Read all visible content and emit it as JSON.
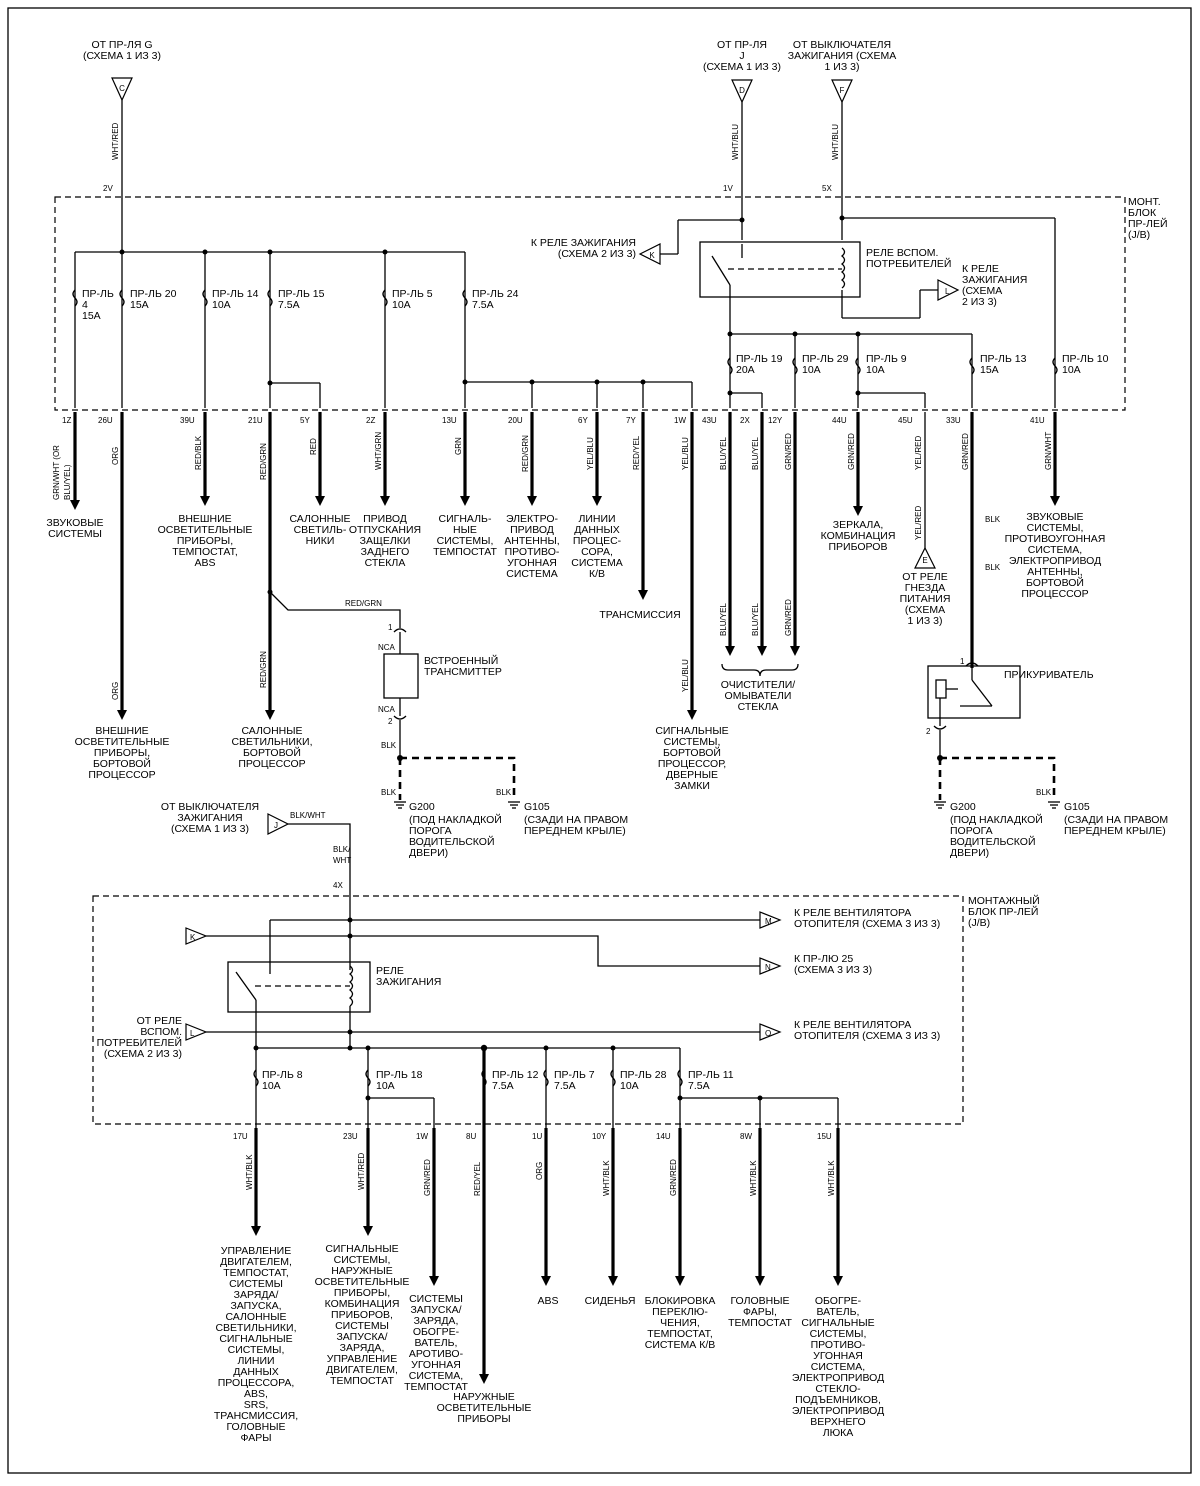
{
  "top_sources": {
    "g_label": "ОТ ПР-ЛЯ G\n(СХЕМА 1 ИЗ 3)",
    "g_letter": "C",
    "j_label": "ОТ ПР-ЛЯ\nJ\n(СХЕМА 1 ИЗ 3)",
    "j_letter": "D",
    "ign_label": "ОТ ВЫКЛЮЧАТЕЛЯ\nЗАЖИГАНИЯ (СХЕМА\n1 ИЗ 3)",
    "ign_letter": "F"
  },
  "wires": {
    "wht_red": "WHT/RED",
    "wht_blu": "WHT/BLU",
    "blk_wht": "BLK/WHT",
    "blk_wht_split": "BLK/\nWHT",
    "red_grn": "RED/GRN",
    "blk": "BLK",
    "yel_red": "YEL/RED",
    "blu_yel": "BLU/YEL",
    "grn_red": "GRN/RED"
  },
  "junction_box_1": {
    "label": "МОНТ.\nБЛОК\nПР-ЛЕЙ\n(J/B)",
    "pins_top": [
      "2V",
      "1V",
      "5X"
    ],
    "to_ign_relay_left": "К РЕЛЕ ЗАЖИГАНИЯ\n(СХЕМА 2 ИЗ 3)",
    "to_ign_relay_left_letter": "K",
    "aux_relay": "РЕЛЕ  ВСПОМ.\nПОТРЕБИТЕЛЕЙ",
    "to_ign_relay_right": "К РЕЛЕ\nЗАЖИГАНИЯ\n(СХЕМА\n2 ИЗ 3)",
    "to_ign_relay_right_letter": "L",
    "fuses": [
      {
        "name": "ПР-ЛЬ\n4\n15A"
      },
      {
        "name": "ПР-ЛЬ 20\n15A"
      },
      {
        "name": "ПР-ЛЬ 14\n10A"
      },
      {
        "name": "ПР-ЛЬ 15\n7.5A"
      },
      {
        "name": "ПР-ЛЬ 5\n10A"
      },
      {
        "name": "ПР-ЛЬ 24\n7.5A"
      },
      {
        "name": "ПР-ЛЬ 19\n20A"
      },
      {
        "name": "ПР-ЛЬ 29\n10A"
      },
      {
        "name": "ПР-ЛЬ 9\n10A"
      },
      {
        "name": "ПР-ЛЬ 13\n15A"
      },
      {
        "name": "ПР-ЛЬ 10\n10A"
      }
    ],
    "outputs": [
      {
        "pin": "1Z",
        "wire": "GRN/WHT (OR\nBLU/YEL)",
        "dest": "ЗВУКОВЫЕ\nСИСТЕМЫ"
      },
      {
        "pin": "26U",
        "wire": "ORG",
        "dest": "ВНЕШНИЕ\nОСВЕТИТЕЛЬНЫЕ\nПРИБОРЫ,\nБОРТОВОЙ\nПРОЦЕССОР"
      },
      {
        "pin": "39U",
        "wire": "RED/BLK",
        "dest": "ВНЕШНИЕ\nОСВЕТИТЕЛЬНЫЕ\nПРИБОРЫ,\nТЕМПОСТАТ,\nABS"
      },
      {
        "pin": "21U",
        "wire": "RED/GRN",
        "dest": "САЛОННЫЕ\nСВЕТИЛЬНИКИ,\nБОРТОВОЙ\nПРОЦЕССОР"
      },
      {
        "pin": "5Y",
        "wire": "RED",
        "dest": "САЛОННЫЕ\nСВЕТИЛЬ-\nНИКИ"
      },
      {
        "pin": "2Z",
        "wire": "WHT/GRN",
        "dest": "ПРИВОД\nОТПУСКАНИЯ\nЗАЩЕЛКИ\nЗАДНЕГО\nСТЕКЛА"
      },
      {
        "pin": "13U",
        "wire": "GRN",
        "dest": "СИГНАЛЬ-\nНЫЕ\nСИСТЕМЫ,\nТЕМПОСТАТ"
      },
      {
        "pin": "20U",
        "wire": "RED/GRN",
        "dest": "ЭЛЕКТРО-\nПРИВОД\nАНТЕННЫ,\nПРОТИВО-\nУГОННАЯ\nСИСТЕМА"
      },
      {
        "pin": "6Y",
        "wire": "YEL/BLU",
        "dest": "ЛИНИИ\nДАННЫХ\nПРОЦЕС-\nСОРА,\nСИСТЕМА\nК/В"
      },
      {
        "pin": "7Y",
        "wire": "RED/YEL",
        "dest": "ТРАНСМИССИЯ"
      },
      {
        "pin": "1W",
        "wire": "YEL/BLU",
        "dest": "СИГНАЛЬНЫЕ\nСИСТЕМЫ,\nБОРТОВОЙ\nПРОЦЕССОР,\nДВЕРНЫЕ\nЗАМКИ"
      },
      {
        "pin": "43U",
        "wire": "BLU/YEL",
        "dest": ""
      },
      {
        "pin": "2X",
        "wire": "BLU/YEL",
        "dest": ""
      },
      {
        "pin": "12Y",
        "wire": "GRN/RED",
        "dest": ""
      },
      {
        "pin": "44U",
        "wire": "GRN/RED",
        "dest": "ЗЕРКАЛА,\nКОМБИНАЦИЯ\nПРИБОРОВ"
      },
      {
        "pin": "45U",
        "wire": "YEL/RED",
        "dest": ""
      },
      {
        "pin": "33U",
        "wire": "GRN/RED",
        "dest": ""
      },
      {
        "pin": "41U",
        "wire": "GRN/WHT",
        "dest": "ЗВУКОВЫЕ\nСИСТЕМЫ,\nПРОТИВОУГОННАЯ\nСИСТЕМА,\nЭЛЕКТРОПРИВОД\nАНТЕННЫ,\nБОРТОВОЙ\nПРОЦЕССОР"
      }
    ],
    "wipers": "ОЧИСТИТЕЛИ/\nОМЫВАТЕЛИ\nСТЕКЛА",
    "from_socket_relay": "ОТ РЕЛЕ\nГНЕЗДА\nПИТАНИЯ\n(СХЕМА\n1 ИЗ 3)",
    "from_socket_relay_letter": "E"
  },
  "transmitter": {
    "label": "ВСТРОЕННЫЙ\nТРАНСМИТТЕР",
    "pin1": "1",
    "nca_top": "NCA",
    "nca_bottom": "NCA",
    "pin2": "2"
  },
  "lighter": {
    "label": "ПРИКУРИВАТЕЛЬ",
    "pin1": "1",
    "pin2": "2"
  },
  "grounds": {
    "g200": "G200",
    "g200_desc": "(ПОД НАКЛАДКОЙ\nПОРОГА\nВОДИТЕЛЬСКОЙ\nДВЕРИ)",
    "g200b_desc": "(ПОД НАКЛАДКОЙ\nПОРОГА\nВОДИТЕЛЬСКОЙ\nДВЕРИ)",
    "g105": "G105",
    "g105_desc": "(СЗАДИ НА ПРАВОМ\nПЕРЕДНЕМ КРЫЛЕ)"
  },
  "junction_box_2": {
    "label": "МОНТАЖНЫЙ\nБЛОК ПР-ЛЕЙ\n(J/B)",
    "source": "ОТ ВЫКЛЮЧАТЕЛЯ\nЗАЖИГАНИЯ\n(СХЕМА 1 ИЗ 3)",
    "source_letter": "J",
    "pin_in": "4X",
    "k_letter": "K",
    "fan_relay_1": "К РЕЛЕ ВЕНТИЛЯТОРА\nОТОПИТЕЛЯ (СХЕМА 3  ИЗ 3)",
    "fan_relay_1_letter": "M",
    "to_fuse25": "К ПР-ЛЮ 25\n(СХЕМА 3  ИЗ 3)",
    "to_fuse25_letter": "N",
    "ign_relay": "РЕЛЕ\nЗАЖИГАНИЯ",
    "from_aux_relay": "ОТ РЕЛЕ\nВСПОМ.\nПОТРЕБИТЕЛЕЙ\n(СХЕМА 2 ИЗ 3)",
    "from_aux_relay_letter": "L",
    "fan_relay_2": "К РЕЛЕ ВЕНТИЛЯТОРА\nОТОПИТЕЛЯ (СХЕМА 3  ИЗ 3)",
    "fan_relay_2_letter": "O",
    "fuses": [
      {
        "name": "ПР-ЛЬ 8\n10A"
      },
      {
        "name": "ПР-ЛЬ 18\n10A"
      },
      {
        "name": "ПР-ЛЬ 12\n7.5A"
      },
      {
        "name": "ПР-ЛЬ 7\n7.5A"
      },
      {
        "name": "ПР-ЛЬ 28\n10A"
      },
      {
        "name": "ПР-ЛЬ 11\n7.5A"
      }
    ],
    "outputs": [
      {
        "pin": "17U",
        "wire": "WHT/BLK",
        "dest": "УПРАВЛЕНИЕ\nДВИГАТЕЛЕМ,\nТЕМПОСТАТ,\nСИСТЕМЫ\nЗАРЯДА/\nЗАПУСКА,\nСАЛОННЫЕ\nСВЕТИЛЬНИКИ,\nСИГНАЛЬНЫЕ\nСИСТЕМЫ,\nЛИНИИ\nДАННЫХ\nПРОЦЕССОРА,\nABS,\nSRS,\nТРАНСМИССИЯ,\nГОЛОВНЫЕ\nФАРЫ"
      },
      {
        "pin": "23U",
        "wire": "WHT/RED",
        "dest": "СИГНАЛЬНЫЕ\nСИСТЕМЫ,\nНАРУЖНЫЕ\nОСВЕТИТЕЛЬНЫЕ\nПРИБОРЫ,\nКОМБИНАЦИЯ\nПРИБОРОВ,\nСИСТЕМЫ\nЗАПУСКА/\nЗАРЯДА,\nУПРАВЛЕНИЕ\nДВИГАТЕЛЕМ,\nТЕМПОСТАТ"
      },
      {
        "pin": "1W",
        "wire": "GRN/RED",
        "dest": "СИСТЕМЫ\nЗАПУСКА/\nЗАРЯДА,\nОБОГРЕ-\nВАТЕЛЬ,\nАРОТИВО-\nУГОННАЯ\nСИСТЕМА,\nТЕМПОСТАТ"
      },
      {
        "pin": "8U",
        "wire": "RED/YEL",
        "dest": "НАРУЖНЫЕ\nОСВЕТИТЕЛЬНЫЕ\nПРИБОРЫ"
      },
      {
        "pin": "1U",
        "wire": "ORG",
        "dest": "ABS"
      },
      {
        "pin": "10Y",
        "wire": "WHT/BLK",
        "dest": "СИДЕНЬЯ"
      },
      {
        "pin": "14U",
        "wire": "GRN/RED",
        "dest": "БЛОКИРОВКА\nПЕРЕКЛЮ-\nЧЕНИЯ,\nТЕМПОСТАТ,\nСИСТЕМА К/В"
      },
      {
        "pin": "8W",
        "wire": "WHT/BLK",
        "dest": "ГОЛОВНЫЕ\nФАРЫ,\nТЕМПОСТАТ"
      },
      {
        "pin": "15U",
        "wire": "WHT/BLK",
        "dest": "ОБОГРЕ-\nВАТЕЛЬ,\nСИГНАЛЬНЫЕ\nСИСТЕМЫ,\nПРОТИВО-\nУГОННАЯ\nСИСТЕМА,\nЭЛЕКТРОПРИВОД\nСТЕКЛО-\nПОДЪЕМНИКОВ,\nЭЛЕКТРОПРИВОД\nВЕРХНЕГО\nЛЮКА"
      }
    ]
  }
}
